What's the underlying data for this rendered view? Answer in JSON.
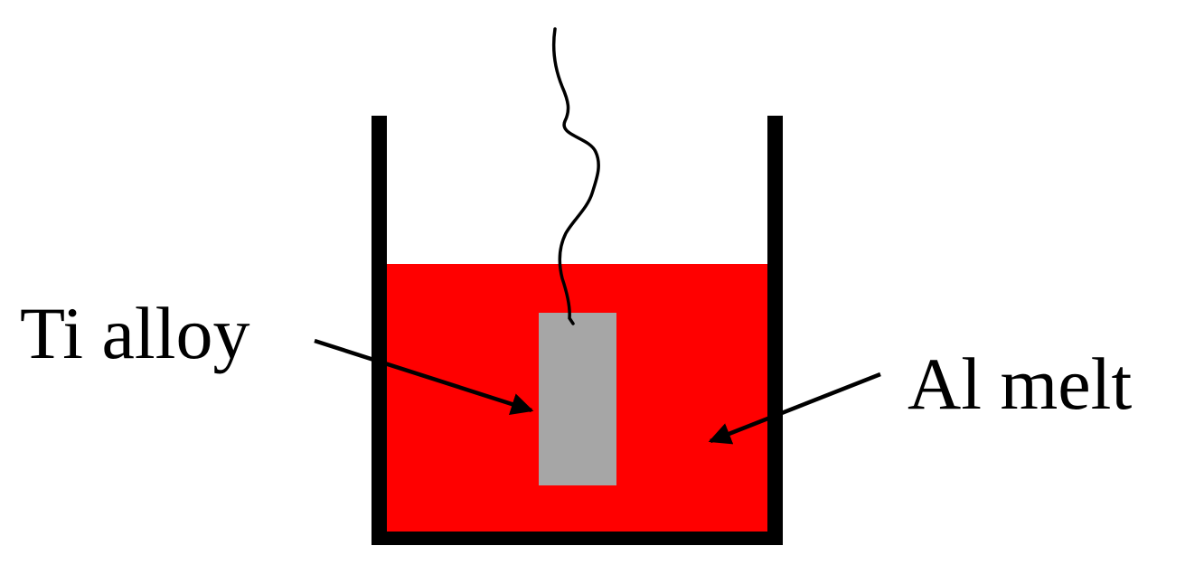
{
  "labels": {
    "specimen": "Ti alloy",
    "bath": "Al melt"
  },
  "colors": {
    "melt": "#ff0000",
    "specimen": "#a6a6a6",
    "crucible": "#000000",
    "wire": "#000000",
    "background": "#ffffff"
  },
  "parts": {
    "crucible": "crucible",
    "melt": "molten aluminum bath",
    "specimen": "immersed titanium alloy sample",
    "wire": "suspension wire"
  }
}
